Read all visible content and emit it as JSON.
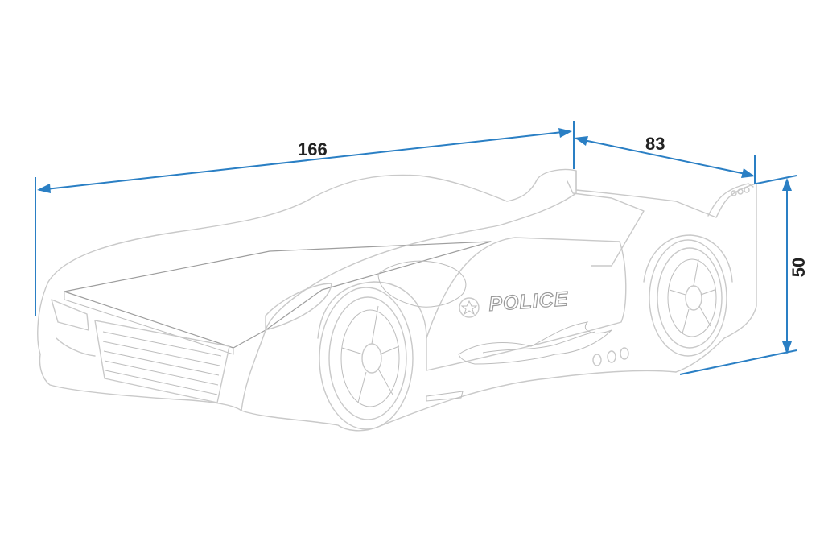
{
  "dimensions": {
    "length": "166",
    "width": "83",
    "height": "50"
  },
  "bed_decal_text": "POLICE",
  "colors": {
    "dimension_line": "#2a7fc4",
    "outline": "#c9c9c9",
    "background": "#ffffff"
  }
}
